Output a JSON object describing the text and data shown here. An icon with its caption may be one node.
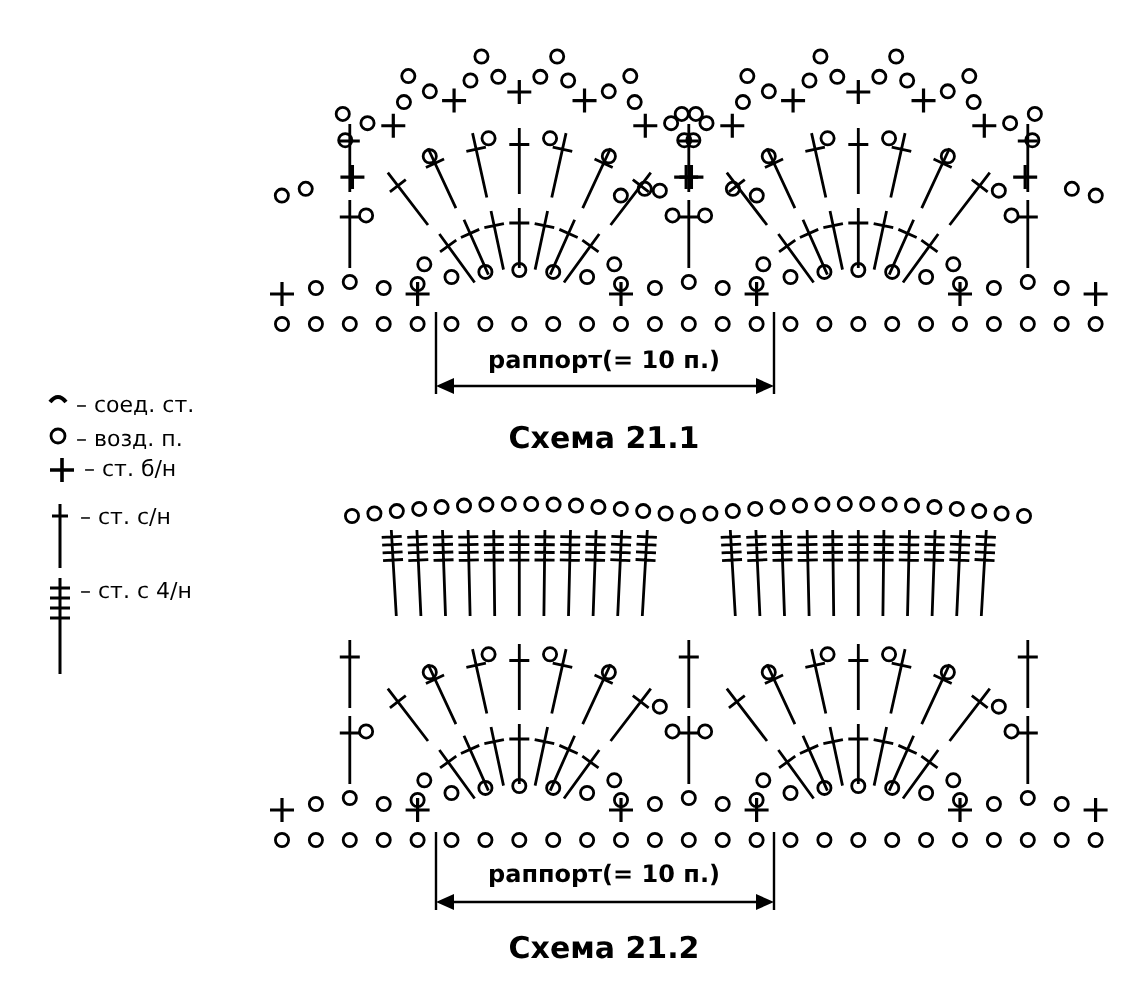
{
  "diagram": {
    "labels": [
      "раппорт(= 10 п.)",
      "Схема 21.1",
      "раппорт(= 10 п.)",
      "Схема 21.2"
    ],
    "legend": [
      {
        "text": "– соед. ст."
      },
      {
        "text": "– возд. п."
      },
      {
        "text": "– ст. б/н"
      },
      {
        "text": "– ст. с/н"
      },
      {
        "text": "– ст. с 4/н"
      }
    ]
  }
}
